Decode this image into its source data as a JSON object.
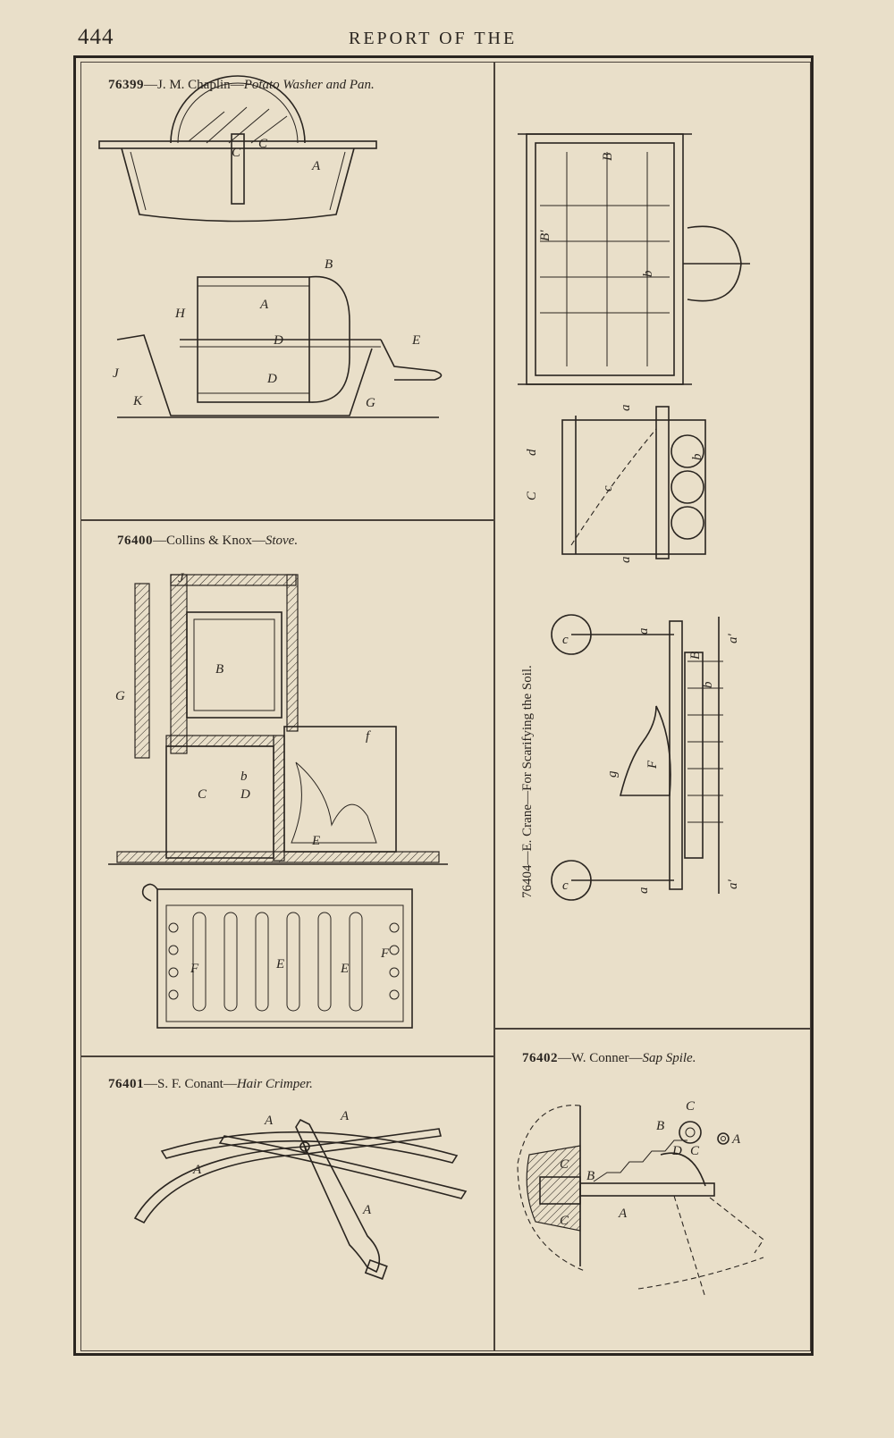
{
  "header": {
    "page_number": "444",
    "running_head": "REPORT OF THE"
  },
  "figures": [
    {
      "number": "76399",
      "patentee": "J. M. Chaplin",
      "title": "Potato Washer and Pan.",
      "labels": [
        "A",
        "B",
        "C",
        "D",
        "E",
        "G",
        "H",
        "J",
        "K"
      ]
    },
    {
      "number": "76400",
      "patentee": "Collins & Knox",
      "title": "Stove.",
      "labels": [
        "B",
        "C",
        "D",
        "E",
        "F",
        "G",
        "J",
        "b"
      ]
    },
    {
      "number": "76401",
      "patentee": "S. F. Conant",
      "title": "Hair Crimper.",
      "labels": [
        "A"
      ]
    },
    {
      "number": "76402",
      "patentee": "W. Conner",
      "title": "Sap Spile.",
      "labels": [
        "A",
        "B",
        "C",
        "D"
      ]
    },
    {
      "number": "76404",
      "patentee": "E. Crane",
      "title": "For Scarifying the Soil.",
      "labels": [
        "B",
        "B'",
        "b",
        "a",
        "a'",
        "c",
        "d",
        "C",
        "F",
        "g"
      ]
    }
  ],
  "separator": "—"
}
